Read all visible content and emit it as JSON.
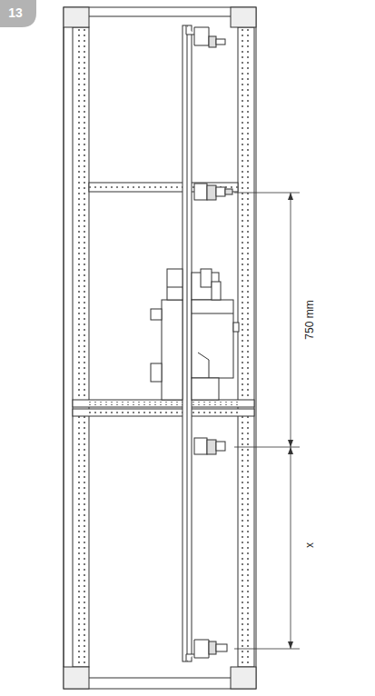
{
  "diagram": {
    "labels": [
      "13",
      "750 mm",
      "x"
    ]
  }
}
